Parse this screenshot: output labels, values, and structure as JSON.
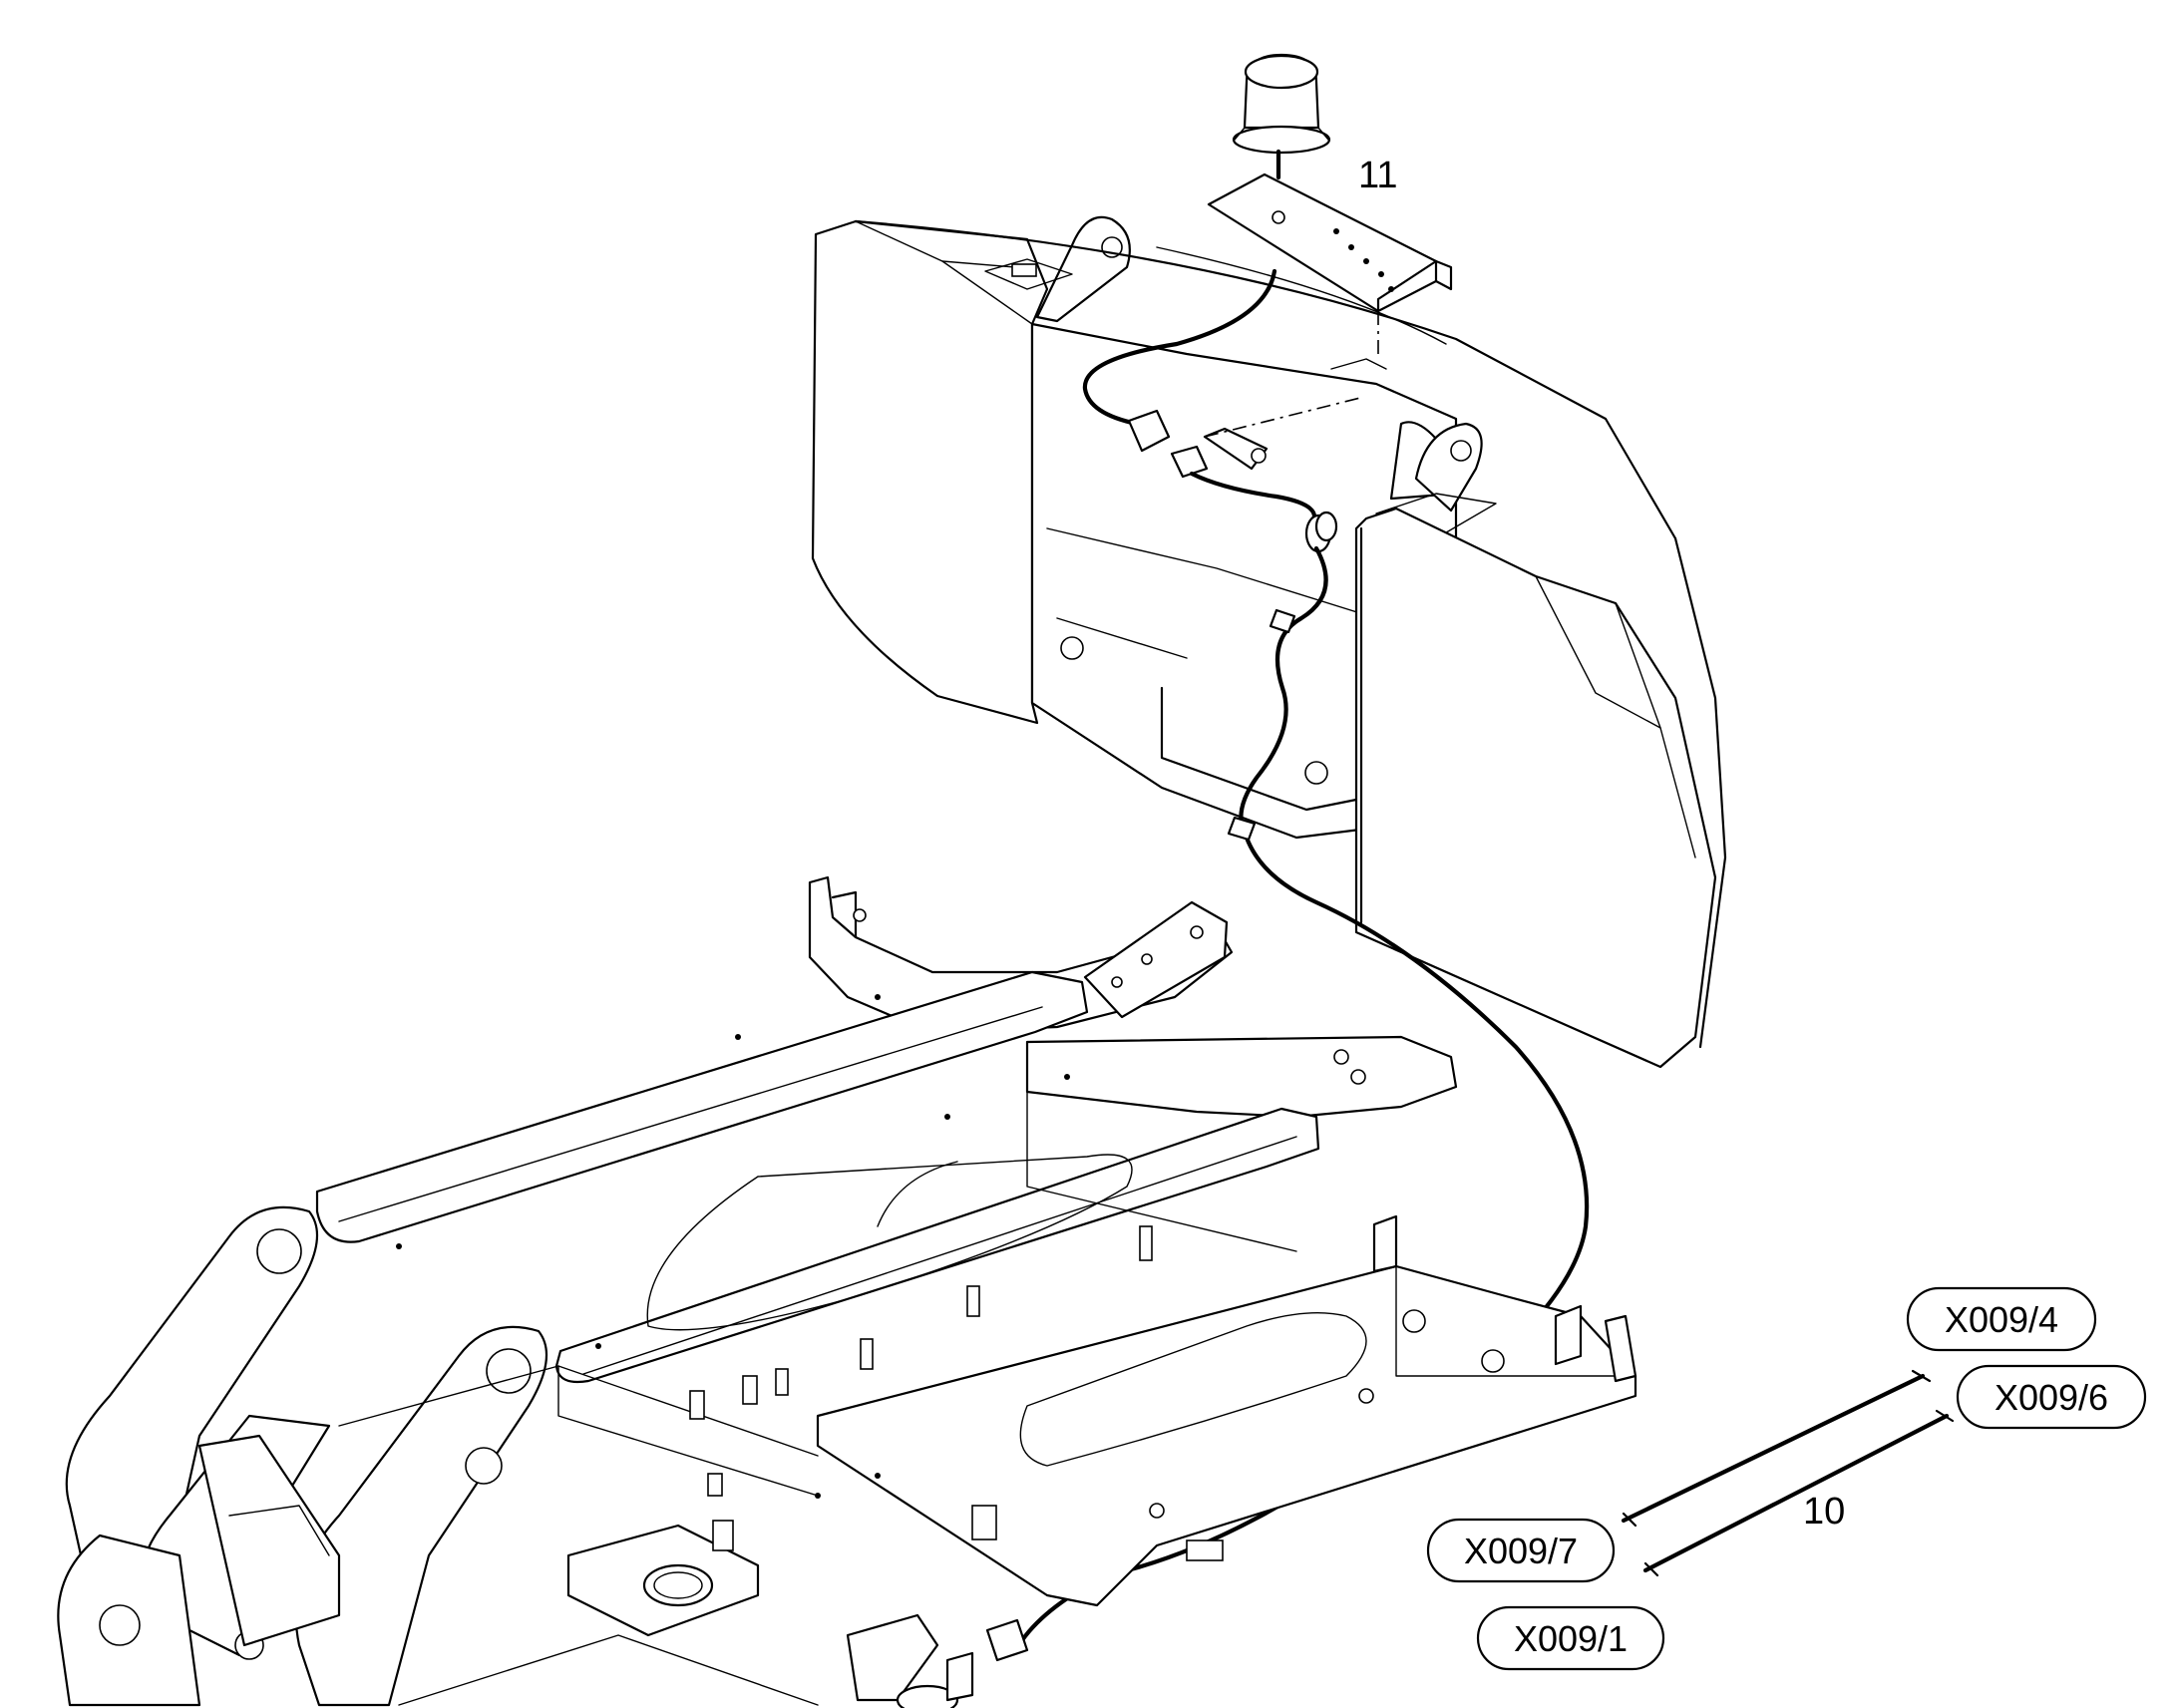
{
  "callouts": {
    "item_11": "11",
    "item_10": "10"
  },
  "connectors": {
    "x009_4": "X009/4",
    "x009_6": "X009/6",
    "x009_7": "X009/7",
    "x009_1": "X009/1"
  },
  "colors": {
    "line": "#000000",
    "background": "#ffffff"
  }
}
